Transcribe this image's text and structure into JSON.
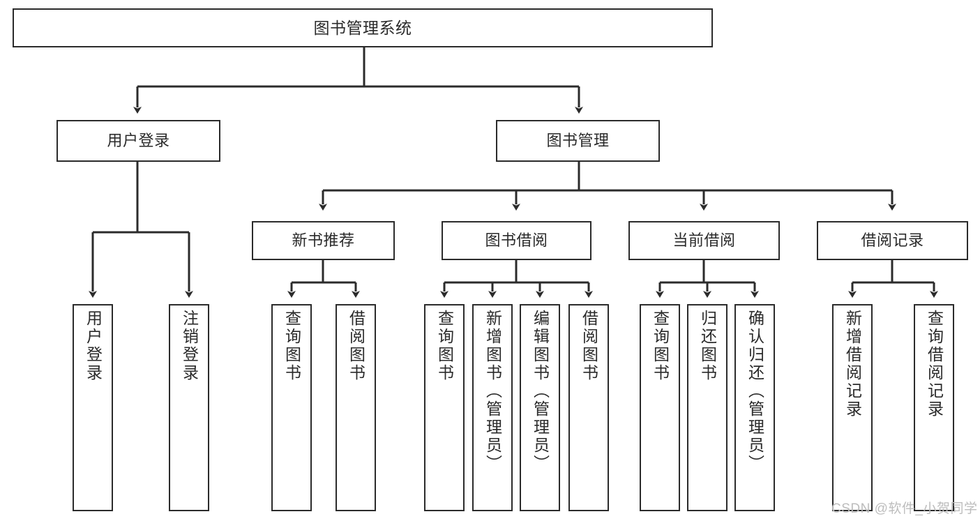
{
  "diagram": {
    "type": "tree-hierarchy-chart",
    "title": "图书管理系统",
    "line_color": "#2b2b2b",
    "text_color": "#2a2a2a",
    "background": "#ffffff",
    "root": {
      "label": "图书管理系统"
    },
    "level2": [
      {
        "label": "用户登录"
      },
      {
        "label": "图书管理"
      }
    ],
    "level3": [
      {
        "label": "新书推荐"
      },
      {
        "label": "图书借阅"
      },
      {
        "label": "当前借阅"
      },
      {
        "label": "借阅记录"
      }
    ],
    "leaves": {
      "user_login": [
        {
          "label": "用户登录"
        },
        {
          "label": "注销登录"
        }
      ],
      "new_book_recommend": [
        {
          "label": "查询图书"
        },
        {
          "label": "借阅图书"
        }
      ],
      "book_borrow": [
        {
          "label": "查询图书"
        },
        {
          "label": "新增图书（管理员）"
        },
        {
          "label": "编辑图书（管理员）"
        },
        {
          "label": "借阅图书"
        }
      ],
      "current_borrow": [
        {
          "label": "查询图书"
        },
        {
          "label": "归还图书"
        },
        {
          "label": "确认归还（管理员）"
        }
      ],
      "borrow_record": [
        {
          "label": "新增借阅记录"
        },
        {
          "label": "查询借阅记录"
        }
      ]
    }
  },
  "watermark": {
    "text": "CSDN @软件_小贺同学"
  }
}
